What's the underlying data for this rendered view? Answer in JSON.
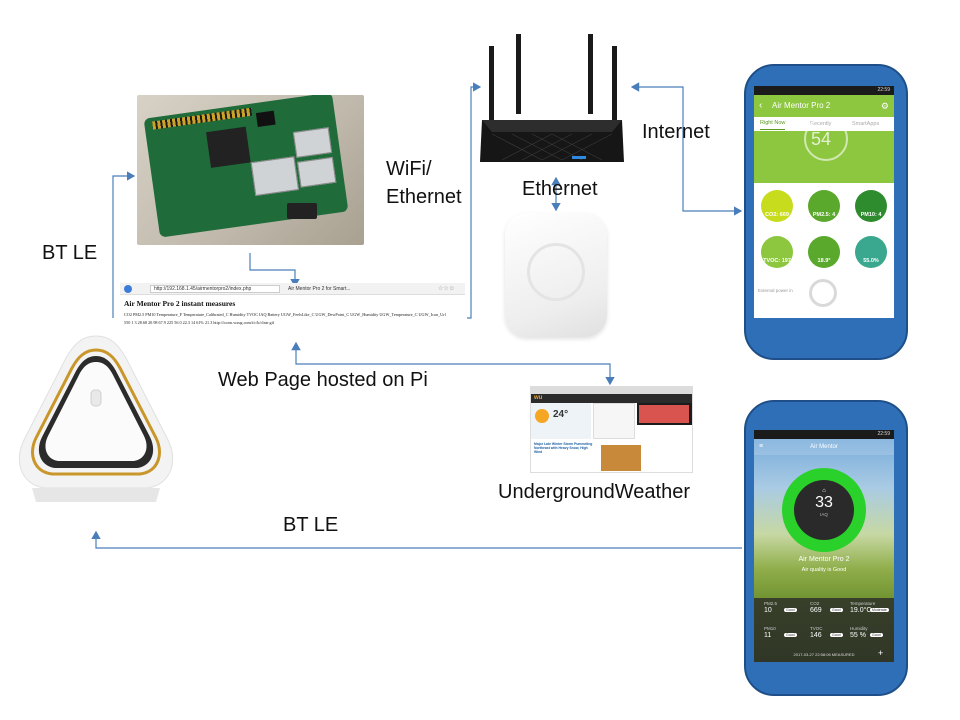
{
  "labels": {
    "bt_le_top": "BT LE",
    "wifi_ethernet": "WiFi/\nEthernet",
    "internet": "Internet",
    "ethernet": "Ethernet",
    "web_page": "Web Page hosted on Pi",
    "underground": "UndergroundWeather",
    "bt_le_bottom": "BT LE"
  },
  "web_page_shot": {
    "url": "http://192.168.1.45/airmentorpro2/index.php",
    "tab": "Air Mentor Pro 2 for Smart...",
    "title": "Air Mentor Pro 2 instant measures",
    "header_row": "CO2  PM2.5  PM10  Temperature_F  Temperature_Calibrated_C  Humidity     TVOC  IAQ  Battery  UGW_FeelsLike_C  UGW_DewPoint_C  UGW_Humidity  UGW_Temperature_C  UGW_Icon_Url",
    "value_row": "550  1     3      28.68          20.98                     67.9         225   56   0        22.3             14              61%           21.3               http://icons.wxug.com/i/c/k/clear.gif"
  },
  "phone1": {
    "status_time": "22:59",
    "app_title": "Air Mentor Pro 2",
    "tabs": [
      "Right Now",
      "Recently",
      "SmartApps"
    ],
    "hero_value": "54",
    "tiles": [
      {
        "label": "CO2: 669",
        "color": "#c8dc1e"
      },
      {
        "label": "PM2.5: 4",
        "color": "#5aa82c"
      },
      {
        "label": "PM10: 4",
        "color": "#2e8b2e"
      },
      {
        "label": "TVOC: 197",
        "color": "#8dc63f"
      },
      {
        "label": "18.9°",
        "color": "#5aa82c"
      },
      {
        "label": "55.0%",
        "color": "#3aa88e"
      }
    ],
    "external_power": "External power in"
  },
  "phone2": {
    "status_time": "22:59",
    "app_title": "Air Mentor",
    "iaq_value": "33",
    "iaq_label": "IAQ",
    "device_name": "Air Mentor Pro 2",
    "quality": "Air quality is Good",
    "stats": [
      {
        "label": "PM2.5",
        "value": "10",
        "badge": "Good"
      },
      {
        "label": "CO2",
        "value": "669",
        "badge": "Good"
      },
      {
        "label": "Temperature",
        "value": "19.0°C",
        "badge": "Moderate"
      },
      {
        "label": "PM10",
        "value": "11",
        "badge": "Good"
      },
      {
        "label": "TVOC",
        "value": "146",
        "badge": "Good"
      },
      {
        "label": "Humidity",
        "value": "55 %",
        "badge": "Good"
      }
    ],
    "footer": "2017-03-27 22:58:06 MEASURED"
  },
  "wx_site": {
    "logo": "wu",
    "temp": "24°",
    "headline": "Major Late Winter Storm Pummeling Northeast with Heavy Snow, High Wind"
  },
  "colors": {
    "arrow": "#4a7ebb",
    "phone": "#2f6fb8",
    "app_green": "#8dc63f"
  }
}
